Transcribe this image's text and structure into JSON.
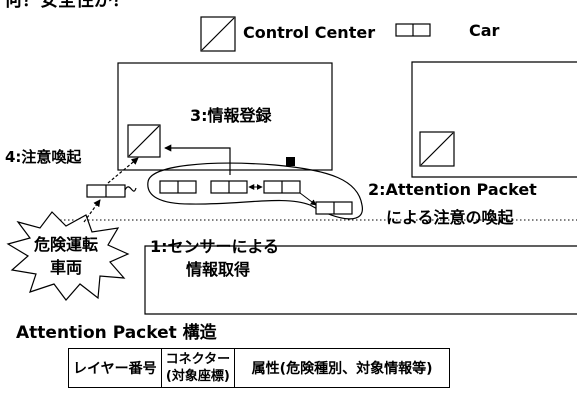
{
  "top_partial": "何？安全性が？",
  "legend": {
    "control_center": "Control Center",
    "car": "Car"
  },
  "steps": {
    "step3": "3:情報登録",
    "step4": "4:注意喚起",
    "step2_line1": "2:Attention Packet",
    "step2_line2": "による注意の喚起",
    "step1_line1": "1:センサーによる",
    "step1_line2": "情報取得"
  },
  "hazard": {
    "line1": "危険運転",
    "line2": "車両"
  },
  "packet": {
    "title": "Attention Packet  構造",
    "col1": "レイヤー番号",
    "col2_line1": "コネクター",
    "col2_line2": "(対象座標)",
    "col3": "属性(危険種別、対象情報等)"
  }
}
